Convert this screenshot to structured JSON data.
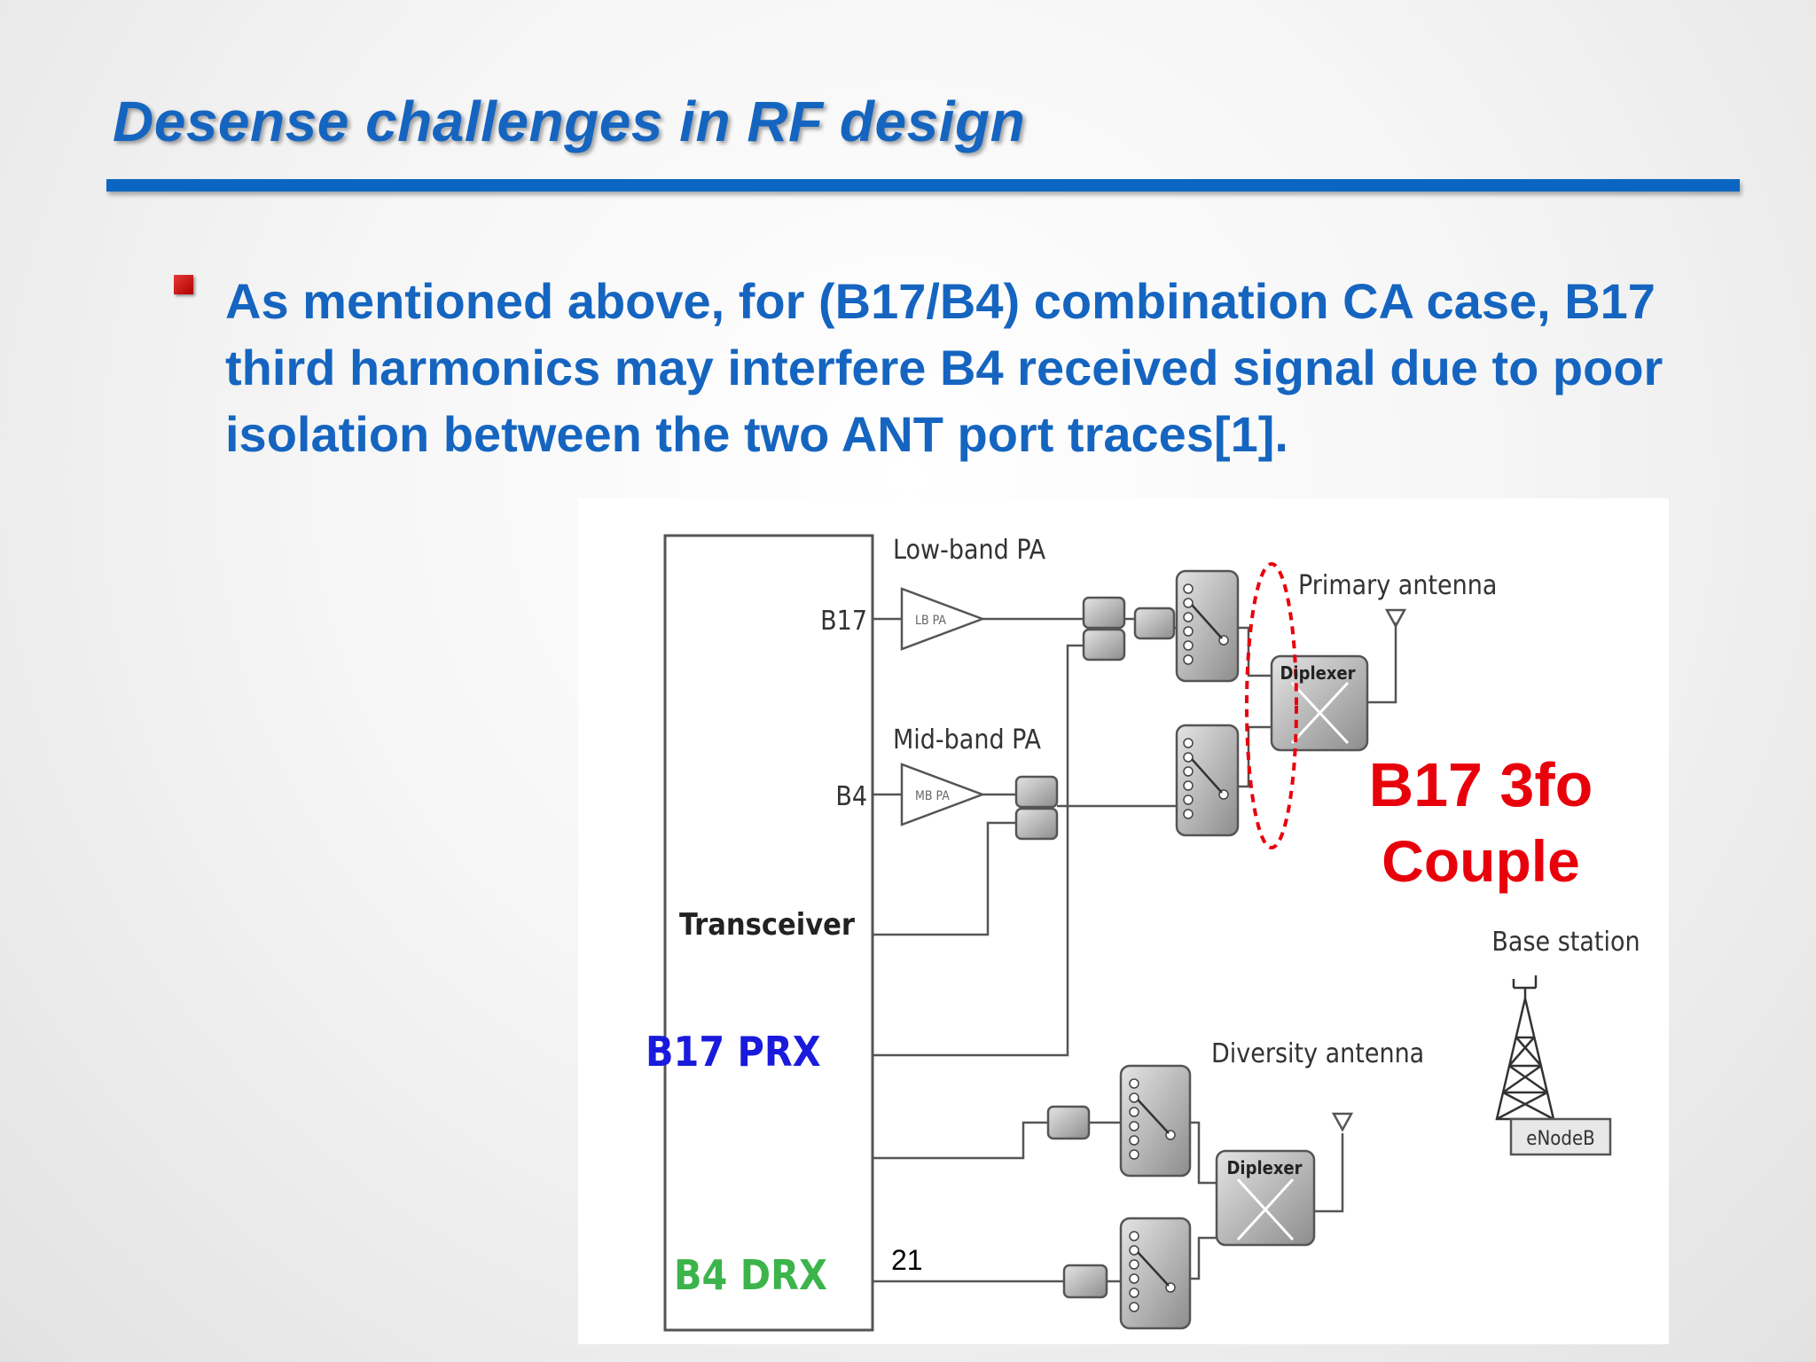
{
  "slide": {
    "title": "Desense challenges in RF design",
    "bullet_text": "As mentioned above, for (B17/B4) combination CA case, B17 third harmonics may interfere B4 received signal due to poor isolation between the two ANT port traces[1].",
    "page_number": "21"
  },
  "diagram": {
    "labels": {
      "low_band_pa": "Low-band PA",
      "mid_band_pa": "Mid-band PA",
      "lb_pa": "LB PA",
      "mb_pa": "MB PA",
      "b17": "B17",
      "b4": "B4",
      "transceiver": "Transceiver",
      "b17_prx": "B17 PRX",
      "b4_drx": "B4 DRX",
      "primary_antenna": "Primary antenna",
      "diversity_antenna": "Diversity antenna",
      "diplexer_primary": "Diplexer",
      "diplexer_diversity": "Diplexer",
      "base_station": "Base station",
      "enodeb": "eNodeB"
    },
    "annotation": {
      "line1": "B17 3fo",
      "line2": "Couple"
    }
  },
  "colors": {
    "title": "#1565c0",
    "rule": "#0a66c2",
    "bullet": "#c00000",
    "annotation_red": "#e8000b",
    "b17_prx": "#1a1adc",
    "b4_drx": "#3cb44b"
  }
}
